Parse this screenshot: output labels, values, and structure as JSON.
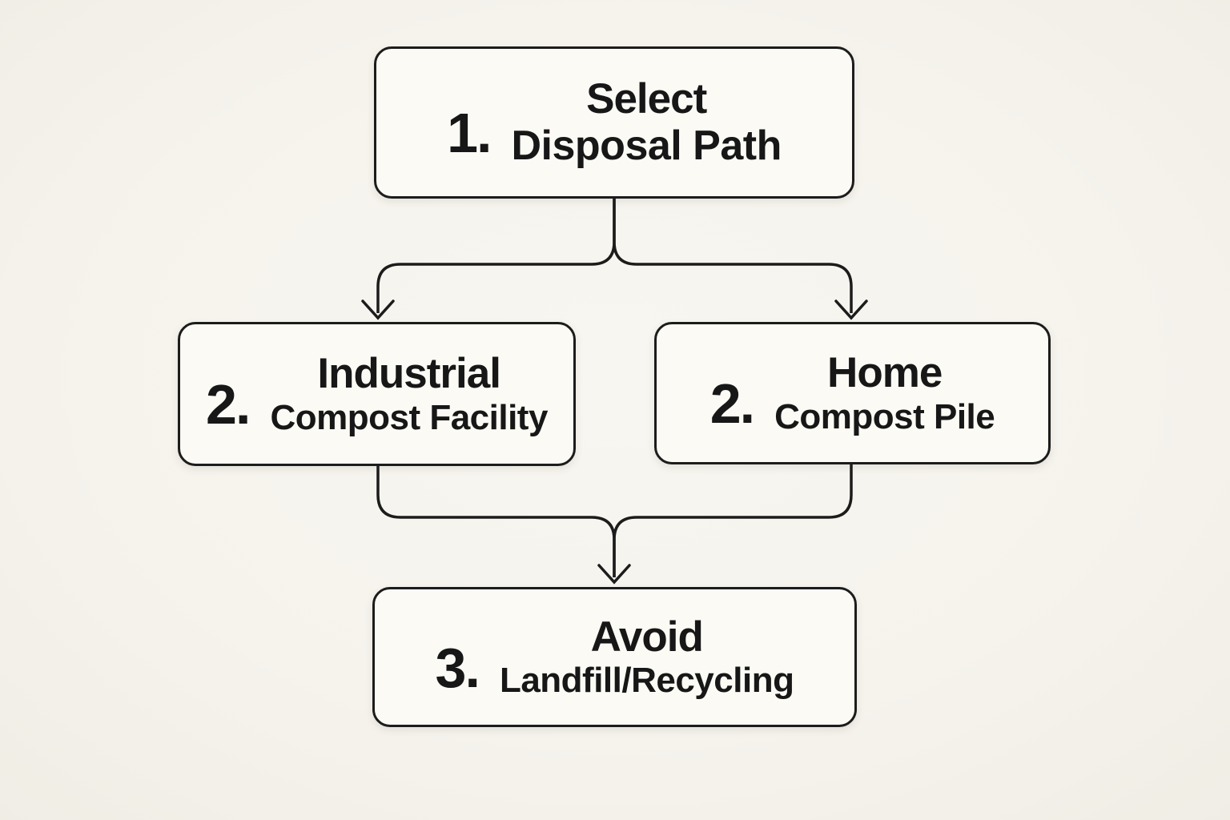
{
  "diagram": {
    "type": "flowchart",
    "background_color": "#f5f3ec",
    "node_fill_color": "#fbfaf5",
    "line_color": "#1c1c1c",
    "nodes": [
      {
        "id": "select-disposal-path",
        "number": "1.",
        "title": "Select",
        "subtitle": "Disposal Path"
      },
      {
        "id": "industrial-compost-facility",
        "number": "2.",
        "title": "Industrial",
        "subtitle": "Compost Facility"
      },
      {
        "id": "home-compost-pile",
        "number": "2.",
        "title": "Home",
        "subtitle": "Compost Pile"
      },
      {
        "id": "avoid-landfill-recycling",
        "number": "3.",
        "title": "Avoid",
        "subtitle": "Landfill/Recycling"
      }
    ],
    "edges": [
      {
        "from": "select-disposal-path",
        "to": "industrial-compost-facility"
      },
      {
        "from": "select-disposal-path",
        "to": "home-compost-pile"
      },
      {
        "from": "industrial-compost-facility",
        "to": "avoid-landfill-recycling"
      },
      {
        "from": "home-compost-pile",
        "to": "avoid-landfill-recycling"
      }
    ]
  }
}
